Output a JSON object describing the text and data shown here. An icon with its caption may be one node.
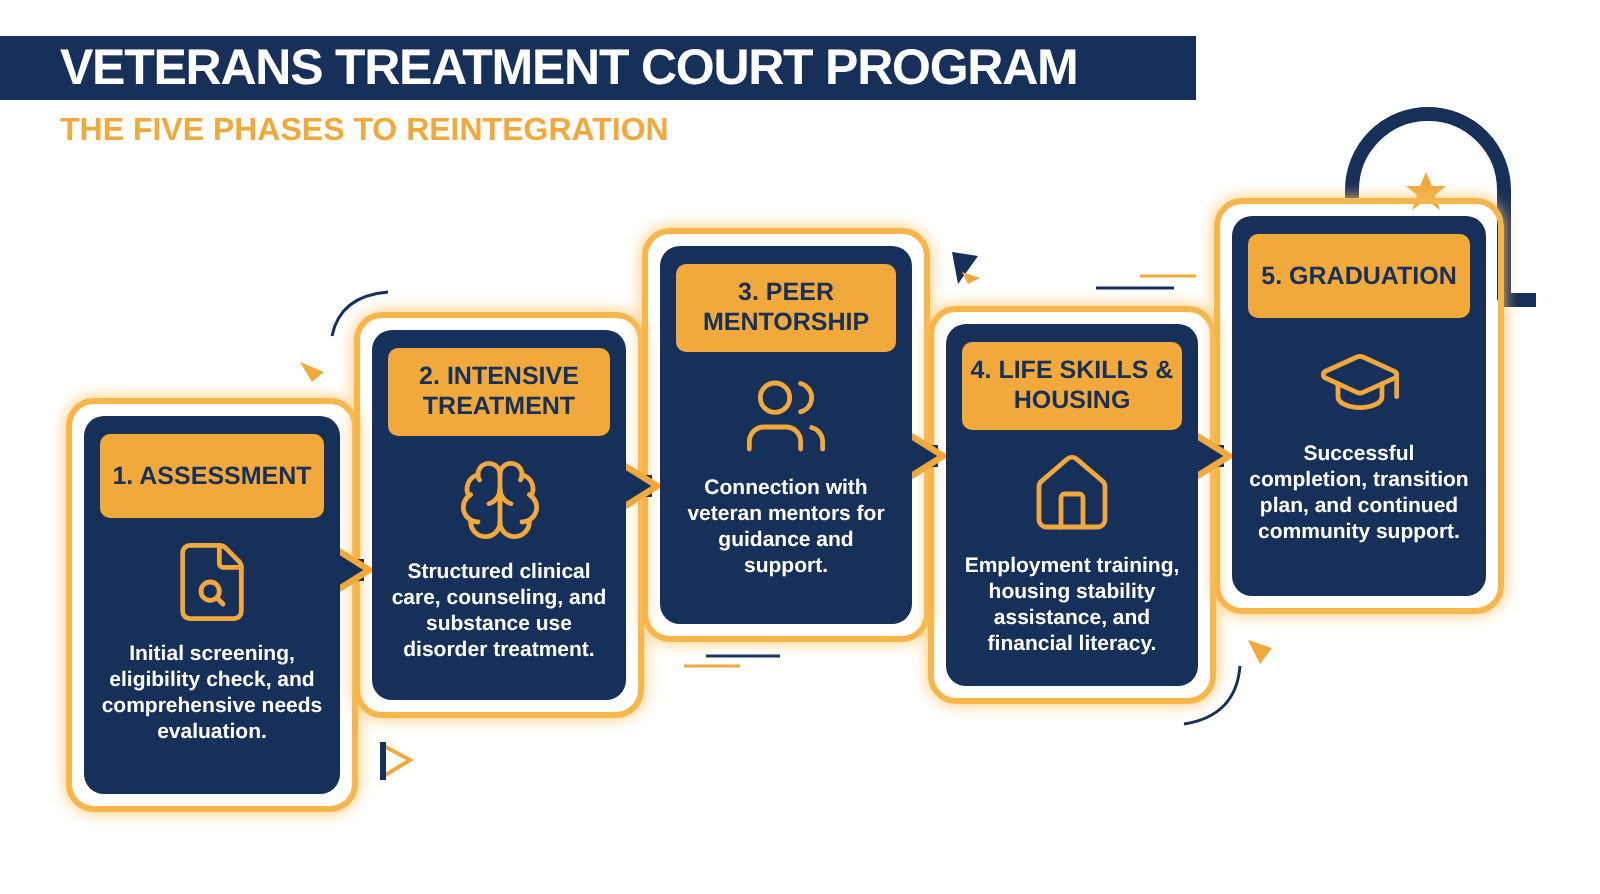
{
  "diagram": {
    "title": "VETERANS TREATMENT COURT PROGRAM",
    "caption": "THE FIVE PHASES TO REINTEGRATION",
    "nodes": [
      {
        "text": [
          "1. ASSESSMENT",
          "Initial screening, eligibility check, and comprehensive needs evaluation."
        ]
      },
      {
        "text": [
          "2. INTENSIVE TREATMENT",
          "Structured clinical care, counseling, and substance use disorder treatment."
        ]
      },
      {
        "text": [
          "3. PEER MENTORSHIP",
          "Connection with veteran mentors for guidance and support."
        ]
      },
      {
        "text": [
          "4. LIFE SKILLS & HOUSING",
          "Employment training, housing stability assistance, and financial literacy."
        ]
      },
      {
        "text": [
          "5. GRADUATION",
          "Successful completion, transition plan, and continued community support."
        ]
      }
    ],
    "edges": [
      {
        "from": 0,
        "to": 1,
        "arrow": "to"
      },
      {
        "from": 1,
        "to": 2,
        "arrow": "to"
      },
      {
        "from": 2,
        "to": 3,
        "arrow": "to"
      },
      {
        "from": 3,
        "to": 4,
        "arrow": "to"
      }
    ]
  }
}
